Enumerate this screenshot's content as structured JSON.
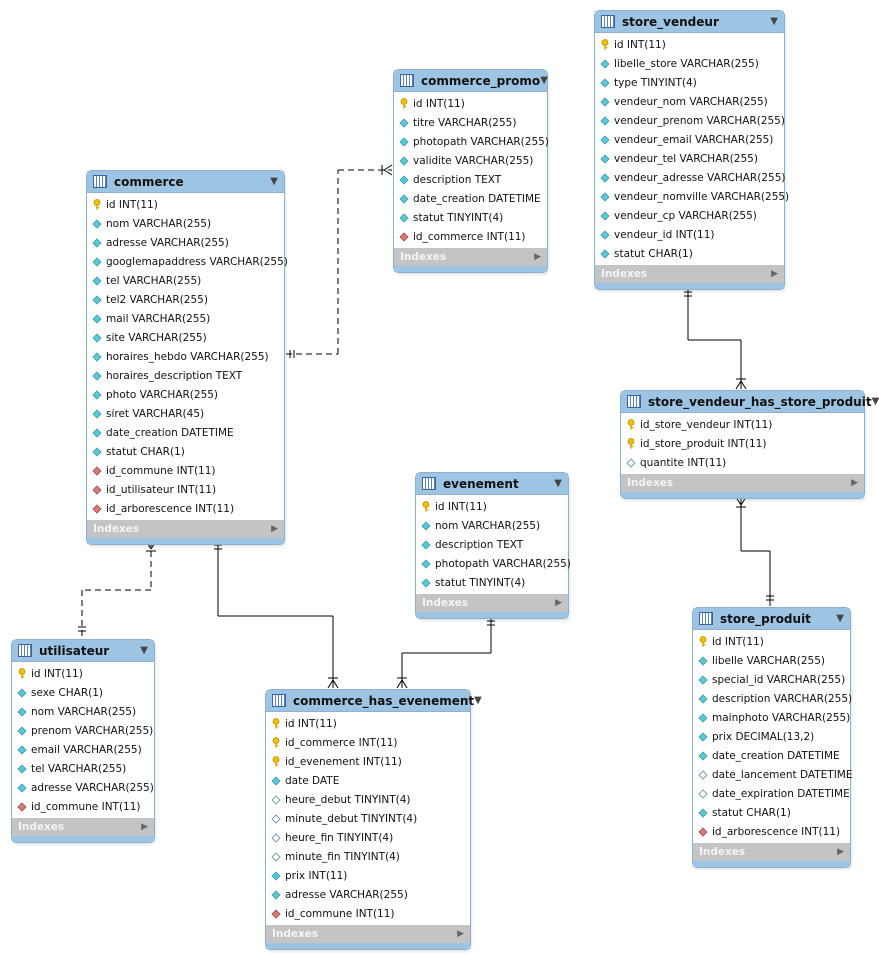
{
  "tables": [
    {
      "id": "commerce",
      "name": "commerce",
      "columns": [
        {
          "text": "id INT(11)",
          "icon": "key-icon"
        },
        {
          "text": "nom VARCHAR(255)",
          "icon": "column-icon"
        },
        {
          "text": "adresse VARCHAR(255)",
          "icon": "column-icon"
        },
        {
          "text": "googlemapaddress VARCHAR(255)",
          "icon": "column-icon"
        },
        {
          "text": "tel VARCHAR(255)",
          "icon": "column-icon"
        },
        {
          "text": "tel2 VARCHAR(255)",
          "icon": "column-icon"
        },
        {
          "text": "mail VARCHAR(255)",
          "icon": "column-icon"
        },
        {
          "text": "site VARCHAR(255)",
          "icon": "column-icon"
        },
        {
          "text": "horaires_hebdo VARCHAR(255)",
          "icon": "column-icon"
        },
        {
          "text": "horaires_description TEXT",
          "icon": "column-icon"
        },
        {
          "text": "photo VARCHAR(255)",
          "icon": "column-icon"
        },
        {
          "text": "siret VARCHAR(45)",
          "icon": "column-icon"
        },
        {
          "text": "date_creation DATETIME",
          "icon": "column-icon"
        },
        {
          "text": "statut CHAR(1)",
          "icon": "column-icon"
        },
        {
          "text": "id_commune INT(11)",
          "icon": "foreign-key-icon"
        },
        {
          "text": "id_utilisateur INT(11)",
          "icon": "foreign-key-icon"
        },
        {
          "text": "id_arborescence INT(11)",
          "icon": "foreign-key-icon"
        }
      ],
      "indexes": "Indexes"
    },
    {
      "id": "commerce_promo",
      "name": "commerce_promo",
      "columns": [
        {
          "text": "id INT(11)",
          "icon": "key-icon"
        },
        {
          "text": "titre VARCHAR(255)",
          "icon": "column-icon"
        },
        {
          "text": "photopath VARCHAR(255)",
          "icon": "column-icon"
        },
        {
          "text": "validite VARCHAR(255)",
          "icon": "column-icon"
        },
        {
          "text": "description TEXT",
          "icon": "column-icon"
        },
        {
          "text": "date_creation DATETIME",
          "icon": "column-icon"
        },
        {
          "text": "statut TINYINT(4)",
          "icon": "column-icon"
        },
        {
          "text": "id_commerce INT(11)",
          "icon": "foreign-key-icon"
        }
      ],
      "indexes": "Indexes"
    },
    {
      "id": "store_vendeur",
      "name": "store_vendeur",
      "columns": [
        {
          "text": "id INT(11)",
          "icon": "key-icon"
        },
        {
          "text": "libelle_store VARCHAR(255)",
          "icon": "column-icon"
        },
        {
          "text": "type TINYINT(4)",
          "icon": "column-icon"
        },
        {
          "text": "vendeur_nom VARCHAR(255)",
          "icon": "column-icon"
        },
        {
          "text": "vendeur_prenom VARCHAR(255)",
          "icon": "column-icon"
        },
        {
          "text": "vendeur_email VARCHAR(255)",
          "icon": "column-icon"
        },
        {
          "text": "vendeur_tel VARCHAR(255)",
          "icon": "column-icon"
        },
        {
          "text": "vendeur_adresse VARCHAR(255)",
          "icon": "column-icon"
        },
        {
          "text": "vendeur_nomville VARCHAR(255)",
          "icon": "column-icon"
        },
        {
          "text": "vendeur_cp VARCHAR(255)",
          "icon": "column-icon"
        },
        {
          "text": "vendeur_id INT(11)",
          "icon": "column-icon"
        },
        {
          "text": "statut CHAR(1)",
          "icon": "column-icon"
        }
      ],
      "indexes": "Indexes"
    },
    {
      "id": "store_vendeur_has_store_produit",
      "name": "store_vendeur_has_store_produit",
      "columns": [
        {
          "text": "id_store_vendeur INT(11)",
          "icon": "key-icon"
        },
        {
          "text": "id_store_produit INT(11)",
          "icon": "key-icon"
        },
        {
          "text": "quantite INT(11)",
          "icon": "nullable-column-icon"
        }
      ],
      "indexes": "Indexes"
    },
    {
      "id": "evenement",
      "name": "evenement",
      "columns": [
        {
          "text": "id INT(11)",
          "icon": "key-icon"
        },
        {
          "text": "nom VARCHAR(255)",
          "icon": "column-icon"
        },
        {
          "text": "description TEXT",
          "icon": "column-icon"
        },
        {
          "text": "photopath VARCHAR(255)",
          "icon": "column-icon"
        },
        {
          "text": "statut TINYINT(4)",
          "icon": "column-icon"
        }
      ],
      "indexes": "Indexes"
    },
    {
      "id": "utilisateur",
      "name": "utilisateur",
      "columns": [
        {
          "text": "id INT(11)",
          "icon": "key-icon"
        },
        {
          "text": "sexe CHAR(1)",
          "icon": "column-icon"
        },
        {
          "text": "nom VARCHAR(255)",
          "icon": "column-icon"
        },
        {
          "text": "prenom VARCHAR(255)",
          "icon": "column-icon"
        },
        {
          "text": "email VARCHAR(255)",
          "icon": "column-icon"
        },
        {
          "text": "tel VARCHAR(255)",
          "icon": "column-icon"
        },
        {
          "text": "adresse VARCHAR(255)",
          "icon": "column-icon"
        },
        {
          "text": "id_commune INT(11)",
          "icon": "foreign-key-icon"
        }
      ],
      "indexes": "Indexes"
    },
    {
      "id": "commerce_has_evenement",
      "name": "commerce_has_evenement",
      "columns": [
        {
          "text": "id INT(11)",
          "icon": "key-icon"
        },
        {
          "text": "id_commerce INT(11)",
          "icon": "key-icon"
        },
        {
          "text": "id_evenement INT(11)",
          "icon": "key-icon"
        },
        {
          "text": "date DATE",
          "icon": "column-icon"
        },
        {
          "text": "heure_debut TINYINT(4)",
          "icon": "nullable-column-icon"
        },
        {
          "text": "minute_debut TINYINT(4)",
          "icon": "nullable-column-icon"
        },
        {
          "text": "heure_fin TINYINT(4)",
          "icon": "nullable-column-icon"
        },
        {
          "text": "minute_fin TINYINT(4)",
          "icon": "nullable-column-icon"
        },
        {
          "text": "prix INT(11)",
          "icon": "column-icon"
        },
        {
          "text": "adresse VARCHAR(255)",
          "icon": "column-icon"
        },
        {
          "text": "id_commune INT(11)",
          "icon": "foreign-key-icon"
        }
      ],
      "indexes": "Indexes"
    },
    {
      "id": "store_produit",
      "name": "store_produit",
      "columns": [
        {
          "text": "id INT(11)",
          "icon": "key-icon"
        },
        {
          "text": "libelle VARCHAR(255)",
          "icon": "column-icon"
        },
        {
          "text": "special_id VARCHAR(255)",
          "icon": "column-icon"
        },
        {
          "text": "description VARCHAR(255)",
          "icon": "column-icon"
        },
        {
          "text": "mainphoto VARCHAR(255)",
          "icon": "column-icon"
        },
        {
          "text": "prix DECIMAL(13,2)",
          "icon": "column-icon"
        },
        {
          "text": "date_creation DATETIME",
          "icon": "column-icon"
        },
        {
          "text": "date_lancement DATETIME",
          "icon": "nullable-column-icon"
        },
        {
          "text": "date_expiration DATETIME",
          "icon": "nullable-column-icon"
        },
        {
          "text": "statut CHAR(1)",
          "icon": "column-icon"
        },
        {
          "text": "id_arborescence INT(11)",
          "icon": "foreign-key-icon"
        }
      ],
      "indexes": "Indexes"
    }
  ],
  "relationships": [
    {
      "from": "commerce",
      "to": "commerce_promo",
      "identifying": false,
      "from_end": "one",
      "to_end": "many"
    },
    {
      "from": "commerce",
      "to": "utilisateur",
      "identifying": false,
      "from_end": "many",
      "to_end": "one"
    },
    {
      "from": "commerce",
      "to": "commerce_has_evenement",
      "identifying": true,
      "from_end": "one",
      "to_end": "many"
    },
    {
      "from": "evenement",
      "to": "commerce_has_evenement",
      "identifying": true,
      "from_end": "one",
      "to_end": "many"
    },
    {
      "from": "store_vendeur",
      "to": "store_vendeur_has_store_produit",
      "identifying": true,
      "from_end": "one",
      "to_end": "many"
    },
    {
      "from": "store_produit",
      "to": "store_vendeur_has_store_produit",
      "identifying": true,
      "from_end": "one",
      "to_end": "many"
    }
  ],
  "colors": {
    "header": "#9ec4e4",
    "border": "#8eb0cc",
    "indexes_bar": "#c4c4c4",
    "key": "#f2c200",
    "column": "#5bc8d4",
    "foreign_key": "#d97a7a",
    "link": "#000000"
  }
}
